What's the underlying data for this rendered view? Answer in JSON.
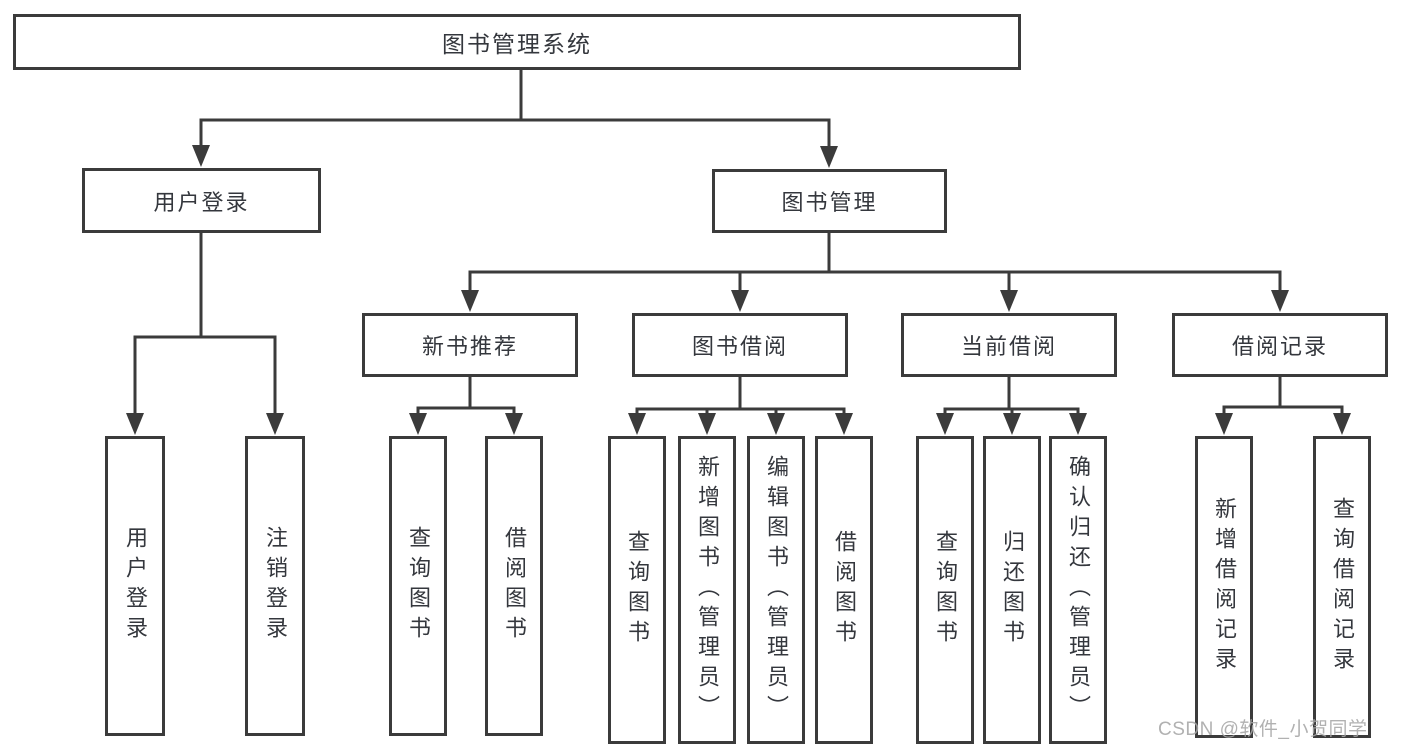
{
  "colors": {
    "line": "#3b3b3b",
    "box_border": "#3b3b3b",
    "box_fill": "#ffffff",
    "text": "#34373d",
    "watermark": "#a7a7a7",
    "background": "#ffffff"
  },
  "tree": {
    "label": "图书管理系统",
    "children": [
      {
        "label": "用户登录",
        "children": [
          {
            "label": "用户登录"
          },
          {
            "label": "注销登录"
          }
        ]
      },
      {
        "label": "图书管理",
        "children": [
          {
            "label": "新书推荐",
            "children": [
              {
                "label": "查询图书"
              },
              {
                "label": "借阅图书"
              }
            ]
          },
          {
            "label": "图书借阅",
            "children": [
              {
                "label": "查询图书"
              },
              {
                "label": "新增图书（管理员）"
              },
              {
                "label": "编辑图书（管理员）"
              },
              {
                "label": "借阅图书"
              }
            ]
          },
          {
            "label": "当前借阅",
            "children": [
              {
                "label": "查询图书"
              },
              {
                "label": "归还图书"
              },
              {
                "label": "确认归还（管理员）"
              }
            ]
          },
          {
            "label": "借阅记录",
            "children": [
              {
                "label": "新增借阅记录"
              },
              {
                "label": "查询借阅记录"
              }
            ]
          }
        ]
      }
    ]
  },
  "watermark": {
    "text": "CSDN @软件_小贺同学"
  }
}
